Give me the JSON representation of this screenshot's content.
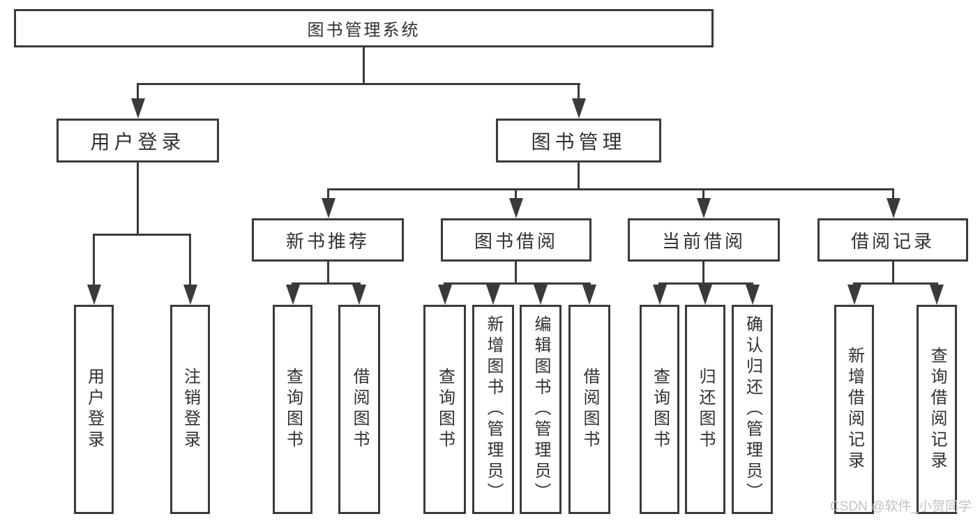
{
  "colors": {
    "line": "#3a3a3a",
    "box_border": "#3a3a3a",
    "text": "#303030",
    "watermark": "#c2c2c2",
    "background": "#ffffff"
  },
  "diagram": {
    "root": {
      "label": "图书管理系统"
    },
    "branches": [
      {
        "label": "用户登录",
        "children": [
          {
            "label": "用户登录"
          },
          {
            "label": "注销登录"
          }
        ]
      },
      {
        "label": "图书管理",
        "groups": [
          {
            "label": "新书推荐",
            "children": [
              {
                "label": "查询图书"
              },
              {
                "label": "借阅图书"
              }
            ]
          },
          {
            "label": "图书借阅",
            "children": [
              {
                "label": "查询图书"
              },
              {
                "label": "新增图书（管理员）"
              },
              {
                "label": "编辑图书（管理员）"
              },
              {
                "label": "借阅图书"
              }
            ]
          },
          {
            "label": "当前借阅",
            "children": [
              {
                "label": "查询图书"
              },
              {
                "label": "归还图书"
              },
              {
                "label": "确认归还（管理员）"
              }
            ]
          },
          {
            "label": "借阅记录",
            "children": [
              {
                "label": "新增借阅记录"
              },
              {
                "label": "查询借阅记录"
              }
            ]
          }
        ]
      }
    ]
  },
  "watermark": {
    "text": "CSDN @软件_小贺同学"
  }
}
